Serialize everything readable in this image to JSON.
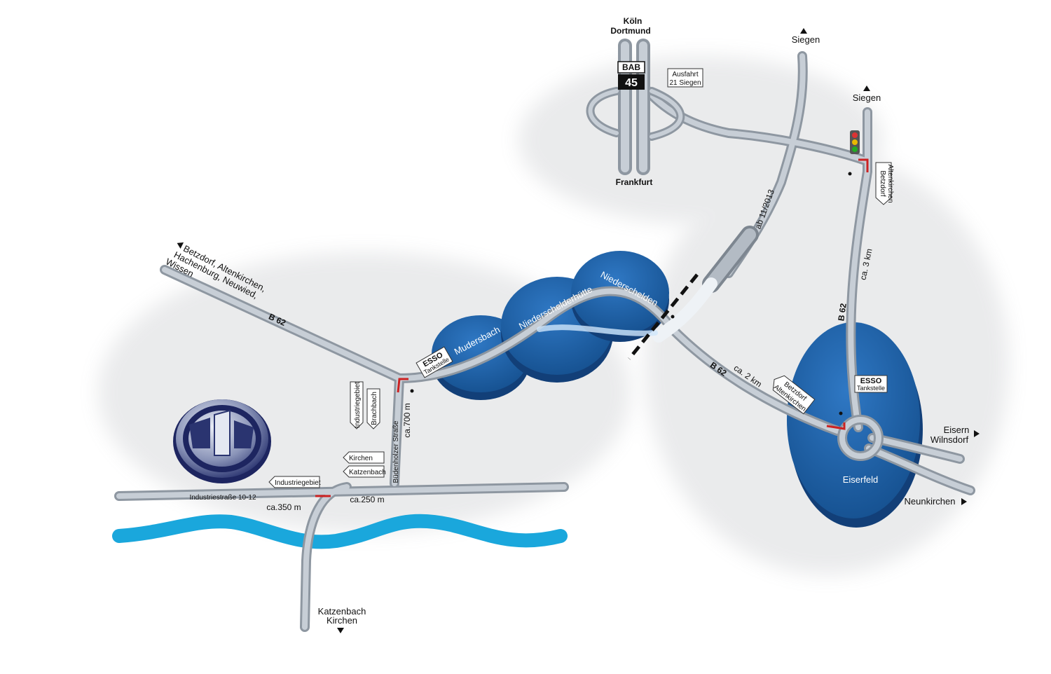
{
  "colors": {
    "road_dark": "#8e97a1",
    "road_light": "#c7ced6",
    "town": "#1d5ea8",
    "town_dark": "#123f78",
    "river": "#1aa7dc",
    "route": "#cc2222"
  },
  "labels": {
    "koeln": "Köln",
    "dortmund": "Dortmund",
    "frankfurt": "Frankfurt",
    "siegen_top": "Siegen",
    "siegen_right": "Siegen",
    "bab": "BAB",
    "bab_number": "45",
    "ausfahrt_line1": "Ausfahrt",
    "ausfahrt_line2": "21 Siegen",
    "ab_2013": "ab 11/2013",
    "betzdorf_sign_right_1": "Betzdorf",
    "betzdorf_sign_right_2": "Altenkirchen",
    "ca3km": "ca. 3 km",
    "b62_right": "B 62",
    "b62_mid": "B 62",
    "b62_left": "B 62",
    "ca2km": "ca. 2 km",
    "betzdorf_sign_mid_1": "Betzdorf",
    "betzdorf_sign_mid_2": "Altenkirchen",
    "esso_right_1": "ESSO",
    "esso_right_2": "Tankstelle",
    "esso_left_1": "ESSO",
    "esso_left_2": "Tankstelle",
    "eisern_line1": "Eisern",
    "eisern_line2": "Wilnsdorf",
    "neunkirchen": "Neunkirchen",
    "eiserfeld": "Eiserfeld",
    "niederschelden": "Niederschelden",
    "niederschelderhuette": "Niederschelderhütte",
    "mudersbach": "Mudersbach",
    "betzdorf_dir_1": "Betzdorf, Altenkirchen,",
    "betzdorf_dir_2": "Hachenburg, Neuwied,",
    "betzdorf_dir_3": "Wissen",
    "industriegebiet_v": "Industriegebiet",
    "brachbach_v": "Brachbach",
    "ca700m": "ca.700 m",
    "buedenholzer": "Büdenholzer Straße",
    "kirchen_sign": "Kirchen",
    "katzenbach_sign": "Katzenbach",
    "industriegebiet_h": "Industriegebiet",
    "industriestrasse": "Industriestraße 10-12",
    "ca250m": "ca.250 m",
    "ca350m": "ca.350 m",
    "katzenbach_bottom_1": "Katzenbach",
    "katzenbach_bottom_2": "Kirchen"
  }
}
